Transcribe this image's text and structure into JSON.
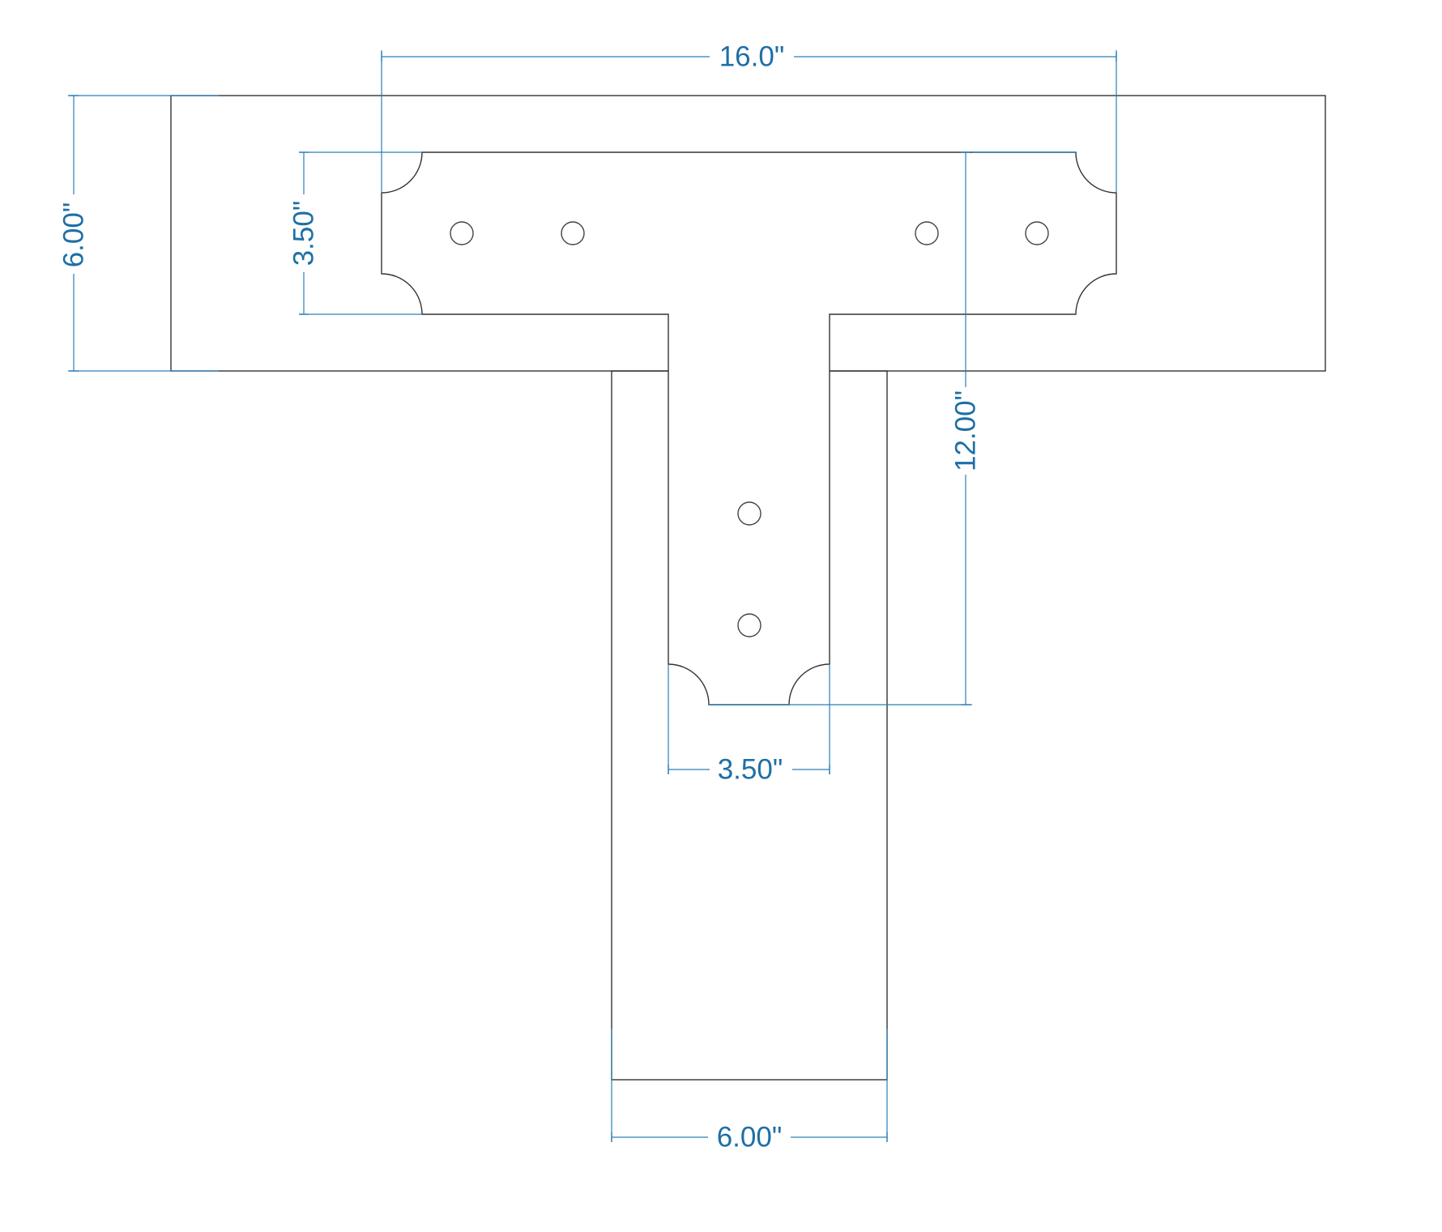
{
  "diagram": {
    "colors": {
      "dimension": "#2a7fb8",
      "outline": "#333333",
      "background": "#ffffff"
    },
    "dimensions": {
      "plate_width": "16.0\"",
      "plate_arm_height": "3.50\"",
      "post_width_top": "6.00\"",
      "plate_stem_length": "12.00\"",
      "plate_stem_width": "3.50\"",
      "post_width_bottom": "6.00\""
    }
  }
}
